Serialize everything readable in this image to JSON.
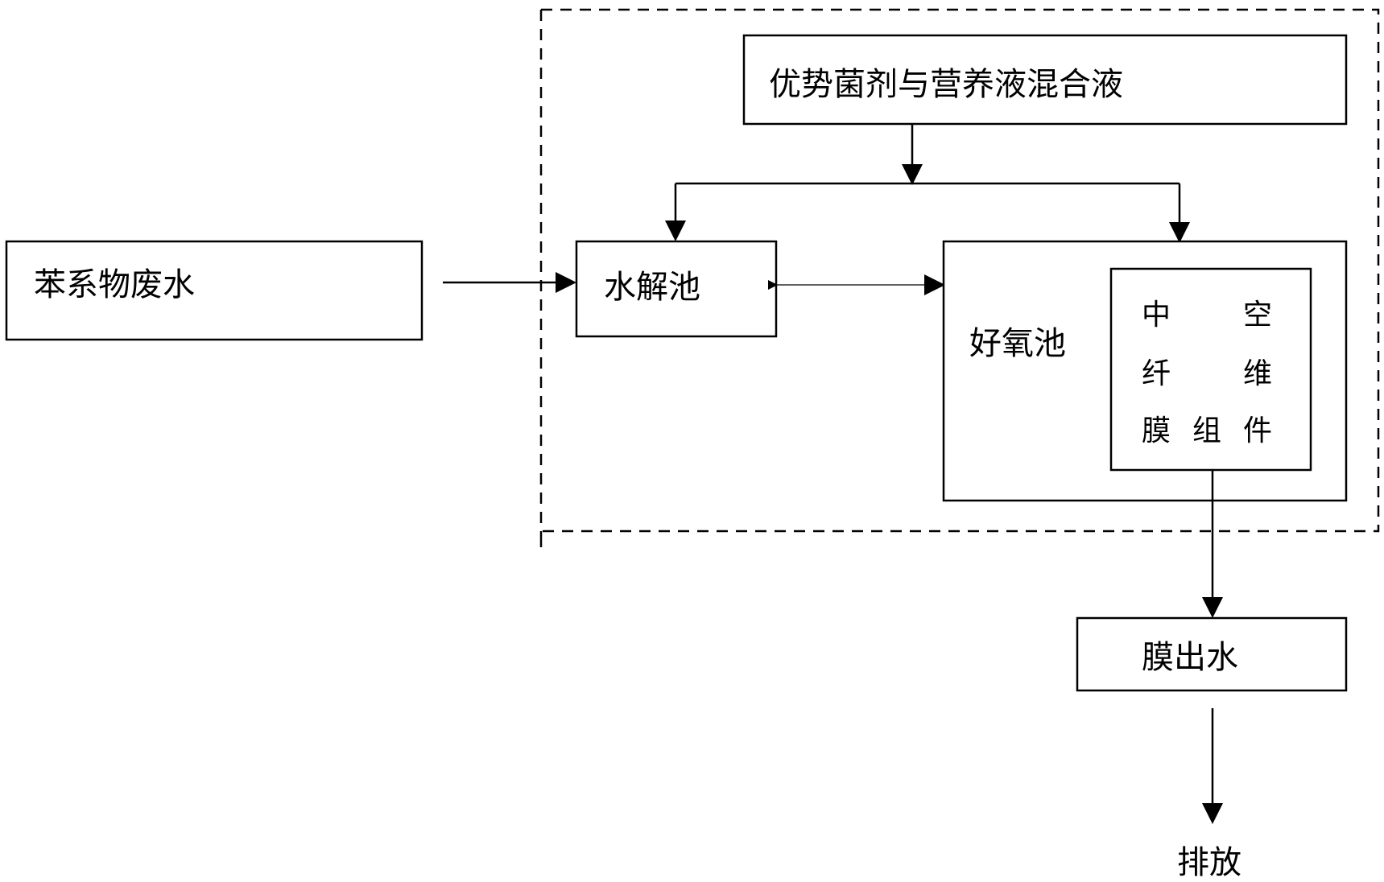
{
  "nodes": {
    "wastewater": "苯系物废水",
    "hydrolysis_tank": "水解池",
    "aerobic_tank": "好氧池",
    "inoculum": "优势菌剂与营养液混合液",
    "membrane_module": {
      "line1_a": "中",
      "line1_b": "空",
      "line2_a": "纤",
      "line2_b": "维",
      "line3_a": "膜",
      "line3_b": "组",
      "line3_c": "件"
    },
    "membrane_effluent": "膜出水",
    "discharge": "排放"
  }
}
